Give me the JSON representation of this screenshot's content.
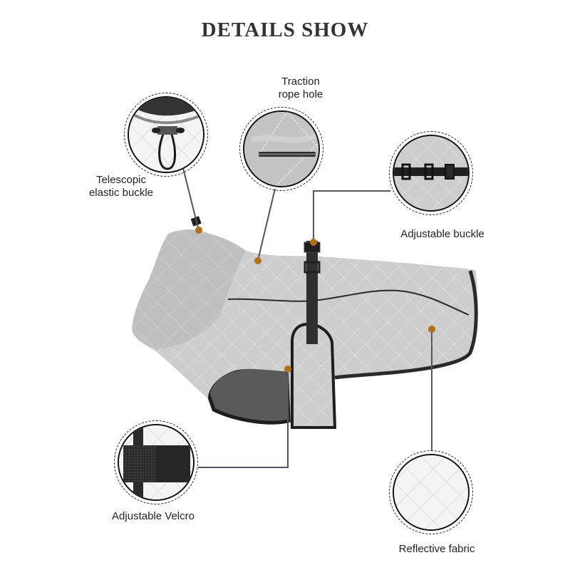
{
  "header": {
    "title": "DETAILS SHOW"
  },
  "callouts": [
    {
      "id": "telescopic",
      "label_line1": "Telescopic",
      "label_line2": "elastic buckle"
    },
    {
      "id": "traction",
      "label_line1": "Traction",
      "label_line2": "rope hole"
    },
    {
      "id": "adjustable_buckle",
      "label": "Adjustable buckle"
    },
    {
      "id": "velcro",
      "label": "Adjustable Velcro"
    },
    {
      "id": "reflective",
      "label": "Reflective fabric"
    }
  ],
  "colors": {
    "coat": "#cfcfcf",
    "coat_shadow": "#b9b9b9",
    "trim": "#2a2a2a",
    "fleece": "#555555",
    "marker": "#b0701a",
    "leader_line": "#55555f"
  }
}
